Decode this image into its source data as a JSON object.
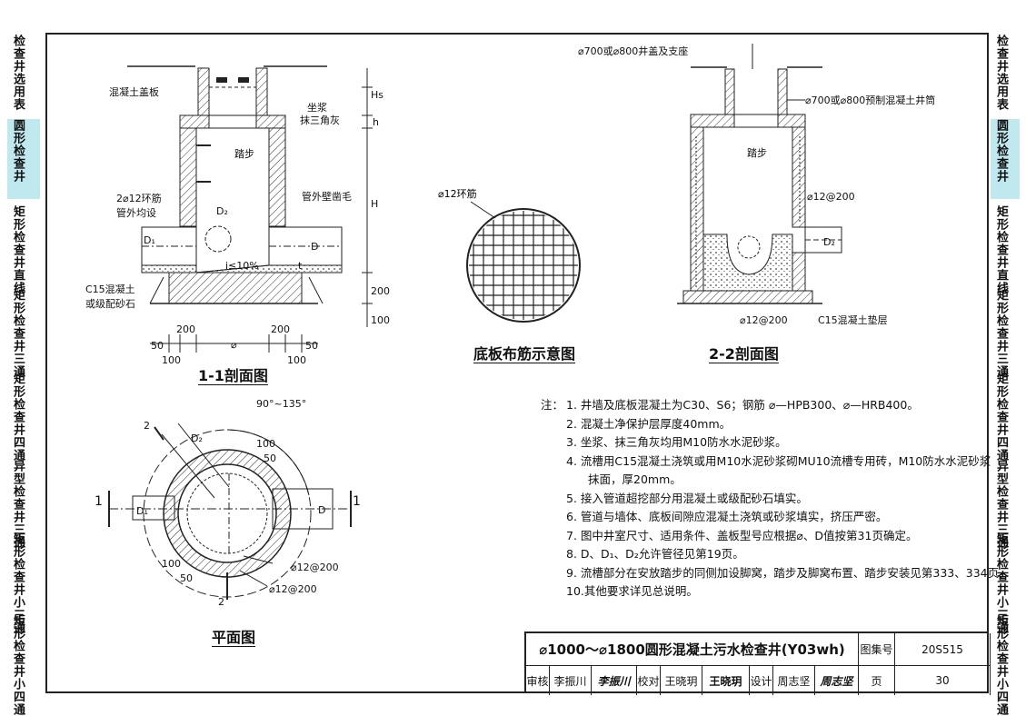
{
  "left_tabs": [
    {
      "label": "检查井选用表",
      "highlight": false
    },
    {
      "label": "圆形检查井",
      "highlight": true
    },
    {
      "label": "矩形检查井直线",
      "highlight": false
    },
    {
      "label": "矩形检查井三通",
      "highlight": false
    },
    {
      "label": "矩形检查井四通",
      "highlight": false
    },
    {
      "label": "异型检查井三通",
      "highlight": false
    },
    {
      "label": "矩形检查井小三通",
      "highlight": false
    },
    {
      "label": "矩形检查井小四通",
      "highlight": false
    }
  ],
  "right_tabs": [
    {
      "label": "检查井选用表",
      "highlight": false
    },
    {
      "label": "圆形检查井",
      "highlight": true
    },
    {
      "label": "矩形检查井直线",
      "highlight": false
    },
    {
      "label": "矩形检查井三通",
      "highlight": false
    },
    {
      "label": "矩形检查井四通",
      "highlight": false
    },
    {
      "label": "异型检查井三通",
      "highlight": false
    },
    {
      "label": "矩形检查井小三通",
      "highlight": false
    },
    {
      "label": "矩形检查井小四通",
      "highlight": false
    }
  ],
  "section11": {
    "caption": "1-1剖面图",
    "labels": {
      "slab": "混凝土盖板",
      "mortar1": "坐浆",
      "mortar2": "抹三角灰",
      "step": "踏步",
      "ring1": "2⌀12环筋",
      "ring2": "管外均设",
      "rough": "管外壁凿毛",
      "base1": "C15混凝土",
      "base2": "或级配砂石",
      "slope": "i≤10%",
      "hs": "Hs",
      "h": "h",
      "H": "H",
      "D": "D",
      "D1": "D₁",
      "D2": "D₂",
      "t": "t",
      "d200": "200",
      "d100": "100",
      "b200a": "200",
      "b200b": "200",
      "b50a": "50",
      "b50b": "50",
      "phi": "⌀",
      "b100a": "100",
      "b100b": "100"
    }
  },
  "section22": {
    "caption": "2-2剖面图",
    "labels": {
      "cover": "⌀700或⌀800井盖及支座",
      "tube": "⌀700或⌀800预制混凝土井筒",
      "step": "踏步",
      "rebar": "⌀12@200",
      "rebar2": "⌀12@200",
      "cushion": "C15混凝土垫层",
      "D2": "D₂"
    }
  },
  "plate": {
    "caption": "底板布筋示意图",
    "label": "⌀12环筋"
  },
  "plan": {
    "caption": "平面图",
    "labels": {
      "angle": "90°~135°",
      "sec2a": "2",
      "sec2b": "2",
      "sec1a": "1",
      "sec1b": "1",
      "D": "D",
      "D1": "D₁",
      "D2": "D₂",
      "n100a": "100",
      "n100b": "100",
      "n50a": "50",
      "n50b": "50",
      "rebar1": "⌀12@200",
      "rebar2": "⌀12@200"
    }
  },
  "notes": {
    "title": "注：",
    "items": [
      "1. 井墙及底板混凝土为C30、S6；钢筋 ⌀—HPB300、⌀—HRB400。",
      "2. 混凝土净保护层厚度40mm。",
      "3. 坐浆、抹三角灰均用M10防水水泥砂浆。",
      "4. 流槽用C15混凝土浇筑或用M10水泥砂浆砌MU10流槽专用砖，M10防水水泥砂浆",
      "抹面，厚20mm。",
      "5. 接入管道超挖部分用混凝土或级配砂石填实。",
      "6. 管道与墙体、底板间隙应混凝土浇筑或砂浆填实，挤压严密。",
      "7. 图中井室尺寸、适用条件、盖板型号应根据⌀、D值按第31页确定。",
      "8. D、D₁、D₂允许管径见第19页。",
      "9. 流槽部分在安放踏步的同侧加设脚窝，踏步及脚窝布置、踏步安装见第333、334页。",
      "10.其他要求详见总说明。"
    ]
  },
  "title_block": {
    "title": "⌀1000～⌀1800圆形混凝土污水检查井(Y03wh)",
    "atlas_label": "图集号",
    "atlas_no": "20S515",
    "review_label": "审核",
    "review_name": "李振川",
    "review_sig": "李振川",
    "check_label": "校对",
    "check_name": "王晓玥",
    "check_sig": "王晓玥",
    "design_label": "设计",
    "design_name": "周志坚",
    "design_sig": "周志坚",
    "page_label": "页",
    "page_no": "30"
  }
}
